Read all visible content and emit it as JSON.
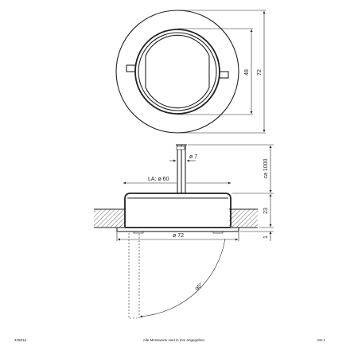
{
  "dimensions": {
    "top_inner": "48",
    "top_outer": "72",
    "cable": "ø 7",
    "cutout": "LA: ø 60",
    "cable_length": "ca 1000",
    "height": "23",
    "flange": "1",
    "bottom_diameter": "ø 72",
    "swing_angle": "90°"
  },
  "footer": {
    "code": "42501d",
    "note": "Alle Messwerte sind in mm angegeben.",
    "scale": "M1:1"
  }
}
